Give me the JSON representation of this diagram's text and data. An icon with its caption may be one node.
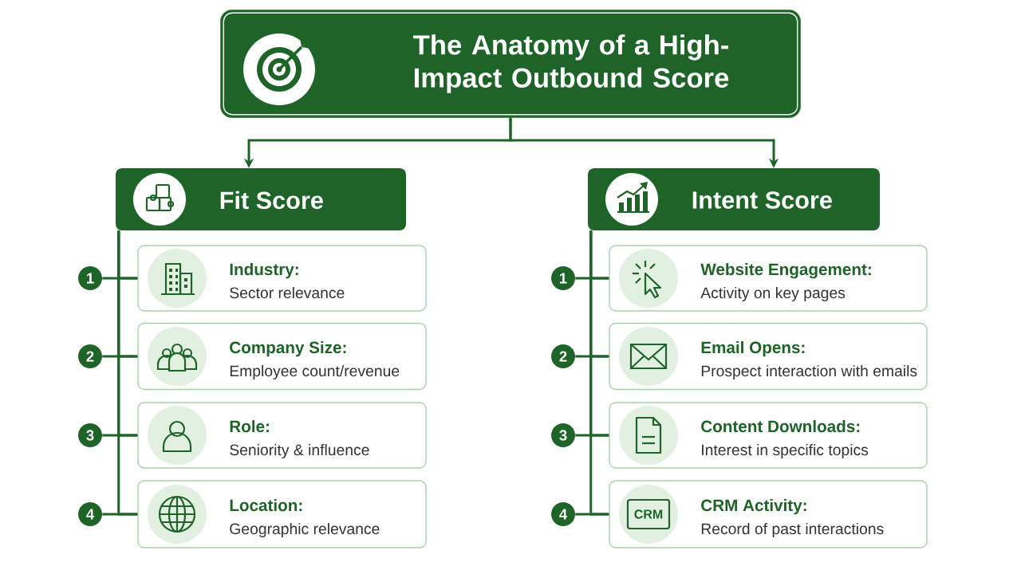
{
  "diagram": {
    "nodes": [
      {
        "text": [
          "The Anatomy of a High-Impact Outbound Score"
        ]
      },
      {
        "text": [
          "Fit Score"
        ]
      },
      {
        "text": [
          "Intent Score"
        ]
      },
      {
        "text": [
          "1"
        ]
      },
      {
        "text": [
          "2"
        ]
      },
      {
        "text": [
          "3"
        ]
      },
      {
        "text": [
          "4"
        ]
      },
      {
        "text": [
          "Industry:",
          "Sector relevance"
        ]
      },
      {
        "text": [
          "Company Size:",
          "Employee count/revenue"
        ]
      },
      {
        "text": [
          "Role:",
          "Seniority & influence"
        ]
      },
      {
        "text": [
          "Location:",
          "Geographic relevance"
        ]
      },
      {
        "text": [
          "1"
        ]
      },
      {
        "text": [
          "2"
        ]
      },
      {
        "text": [
          "3"
        ]
      },
      {
        "text": [
          "4"
        ]
      },
      {
        "text": [
          "Website Engagement:",
          "Activity on key pages"
        ]
      },
      {
        "text": [
          "Email Opens:",
          "Prospect interaction with emails"
        ]
      },
      {
        "text": [
          "Content Downloads:",
          "Interest in specific topics"
        ]
      },
      {
        "text": [
          "CRM Activity:",
          "Record of past interactions"
        ]
      }
    ],
    "edges": [
      {
        "from": 0,
        "to": 1,
        "arrow": "to"
      },
      {
        "from": 0,
        "to": 2,
        "arrow": "to"
      },
      {
        "from": 1,
        "to": 7,
        "arrow": "none"
      },
      {
        "from": 1,
        "to": 8,
        "arrow": "none"
      },
      {
        "from": 1,
        "to": 9,
        "arrow": "none"
      },
      {
        "from": 1,
        "to": 10,
        "arrow": "none"
      },
      {
        "from": 3,
        "to": 7,
        "arrow": "none"
      },
      {
        "from": 4,
        "to": 8,
        "arrow": "none"
      },
      {
        "from": 5,
        "to": 9,
        "arrow": "none"
      },
      {
        "from": 6,
        "to": 10,
        "arrow": "none"
      },
      {
        "from": 2,
        "to": 15,
        "arrow": "none"
      },
      {
        "from": 2,
        "to": 16,
        "arrow": "none"
      },
      {
        "from": 2,
        "to": 17,
        "arrow": "none"
      },
      {
        "from": 2,
        "to": 18,
        "arrow": "none"
      },
      {
        "from": 11,
        "to": 15,
        "arrow": "none"
      },
      {
        "from": 12,
        "to": 16,
        "arrow": "none"
      },
      {
        "from": 13,
        "to": 17,
        "arrow": "none"
      },
      {
        "from": 14,
        "to": 18,
        "arrow": "none"
      }
    ],
    "labels": [
      "CRM"
    ]
  }
}
